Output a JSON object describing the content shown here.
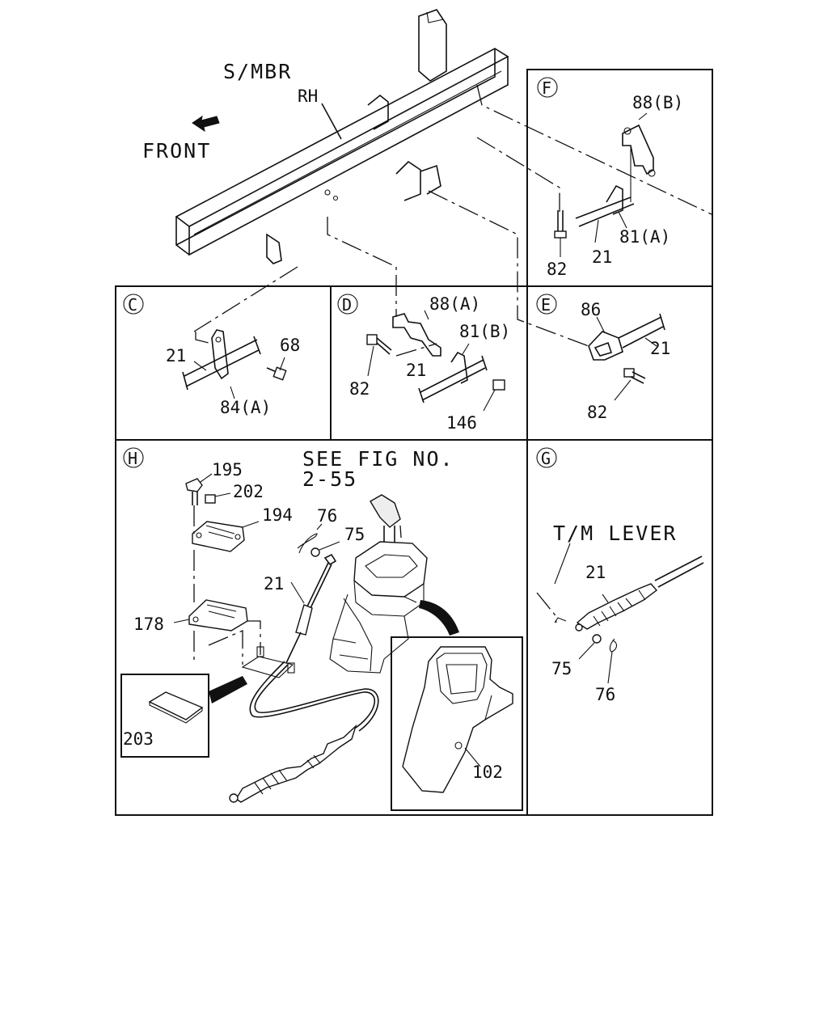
{
  "header": {
    "member": "S/MBR",
    "side": "RH",
    "direction": "FRONT"
  },
  "panels": {
    "F": {
      "id": "F",
      "labels": [
        "88(B)",
        "82",
        "21",
        "81(A)"
      ]
    },
    "C": {
      "id": "C",
      "labels": [
        "21",
        "68",
        "84(A)"
      ]
    },
    "D": {
      "id": "D",
      "labels": [
        "88(A)",
        "81(B)",
        "82",
        "21",
        "146"
      ]
    },
    "E": {
      "id": "E",
      "labels": [
        "86",
        "21",
        "82"
      ]
    },
    "H": {
      "id": "H",
      "see_fig": "SEE FIG NO.",
      "fig_no": "2-55",
      "labels": [
        "195",
        "202",
        "194",
        "76",
        "75",
        "21",
        "178",
        "203",
        "102"
      ]
    },
    "G": {
      "id": "G",
      "title": "T/M LEVER",
      "labels": [
        "21",
        "75",
        "76"
      ]
    }
  },
  "icons": [
    "front-arrow-icon"
  ]
}
